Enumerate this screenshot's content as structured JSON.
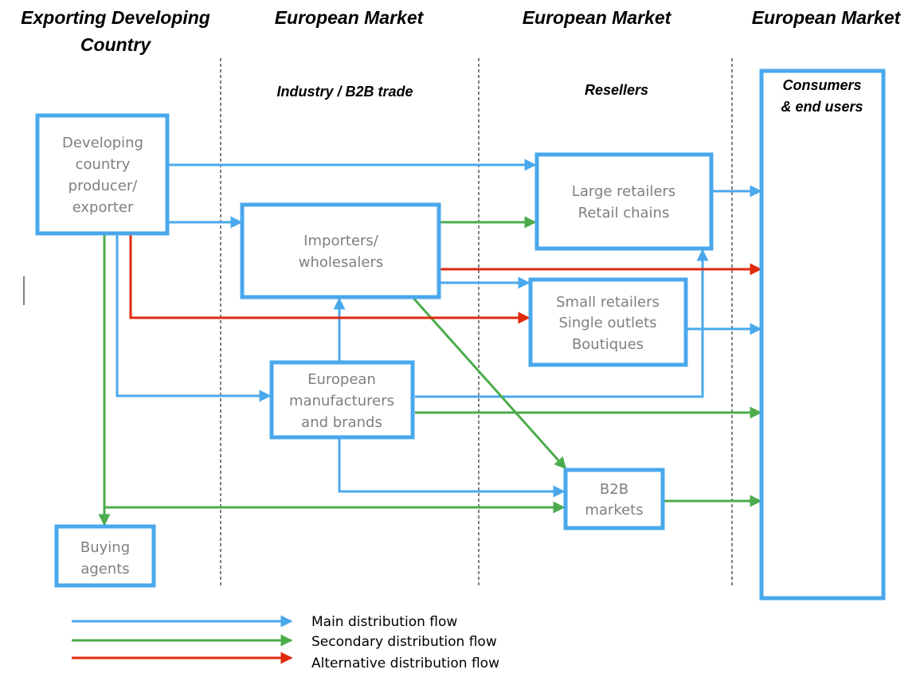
{
  "colors": {
    "main": "#4aa8ec",
    "secondary": "#4cac4c",
    "alternative": "#e02a0e",
    "node_text": "#7f7f7f"
  },
  "headers": {
    "exporting": [
      "Exporting Developing",
      "Country"
    ],
    "market_1": "European Market",
    "market_2": "European Market",
    "market_3": "European Market"
  },
  "subheaders": {
    "industry": "Industry / B2B trade",
    "resellers": "Resellers"
  },
  "nodes": {
    "producer": [
      "Developing",
      "country",
      "producer/",
      "exporter"
    ],
    "importers": [
      "Importers/",
      "wholesalers"
    ],
    "manufacturers": [
      "European",
      "manufacturers",
      "and brands"
    ],
    "large_retailers": [
      "Large retailers",
      "Retail chains"
    ],
    "small_retailers": [
      "Small retailers",
      "Single outlets",
      "Boutiques"
    ],
    "b2b": [
      "B2B",
      "markets"
    ],
    "buying_agents": [
      "Buying",
      "agents"
    ],
    "consumers": [
      "Consumers",
      "& end users"
    ]
  },
  "legend": {
    "main": "Main distribution flow",
    "secondary": "Secondary distribution flow",
    "alternative": "Alternative distribution flow"
  }
}
